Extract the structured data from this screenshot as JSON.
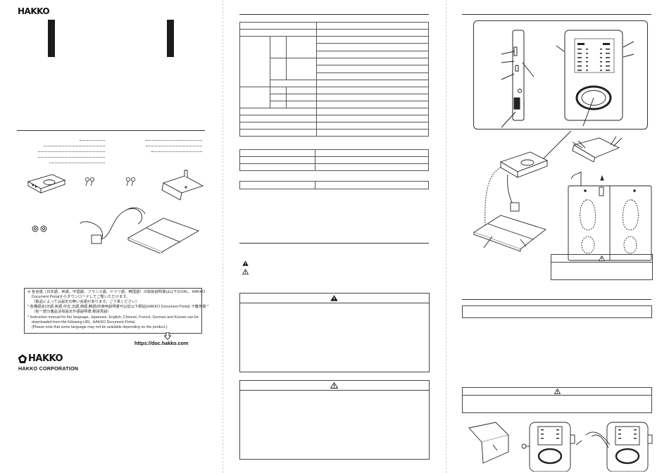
{
  "brand": {
    "logo_top": "HAKKO",
    "logo_bottom": "HAKKO",
    "company": "HAKKO CORPORATION"
  },
  "notice": {
    "lines": [
      "※ 各言語（日本語、英語、中国語、フランス語、ドイツ語、韓国語）の取扱説明書は以下のURL、HAKKO",
      "Document Portalからダウンロードしてご覧いただけます。",
      "（製品によっては設定の無い言語があります。ご了承ください）",
      "* 各種語言(日語,英語,中文,法語,德語,韓語)的使用說明書可以從以下網站(HAKKO Document Portal) 下載參閱 *",
      "（有一部分產品沒有設定外語說明書,敬請見諒）",
      "* Instruction manual for the language, Japanese, English, Chinese, French, German and Korean can be",
      "downloaded from the following URL, HAKKO Document Portal.",
      "(Please note that some language may not be available depending on the product.)"
    ],
    "url": "https://doc.hakko.com"
  },
  "colors": {
    "ink": "#222222",
    "black_bar": "#1b1b1b",
    "rule": "#333333"
  },
  "icons": {
    "warning": "warning-triangle-filled-icon",
    "caution": "caution-triangle-outline-icon",
    "down_arrow": "down-arrow-icon"
  }
}
